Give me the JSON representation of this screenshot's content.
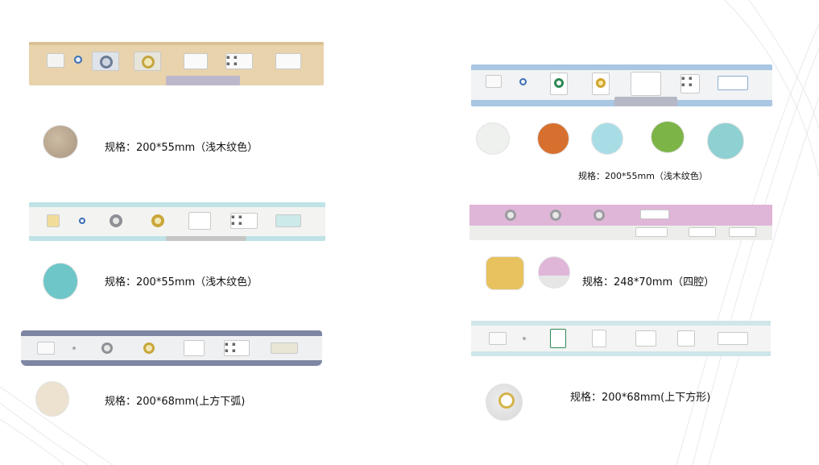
{
  "products": [
    {
      "spec": "规格：200*55mm（浅木纹色）"
    },
    {
      "spec": "规格：200*55mm（浅木纹色）"
    },
    {
      "spec": "规格：200*68mm(上方下弧)"
    },
    {
      "spec": "规格：200*55mm（浅木纹色）"
    },
    {
      "spec": "规格：248*70mm（四腔）"
    },
    {
      "spec": "规格：200*68mm(上下方形)"
    }
  ],
  "colors": {
    "wood": "#e8d3ad",
    "aqua": "#bfe3e6",
    "slate": "#7e86a3",
    "sky": "#a9c6e3",
    "pink": "#dfb6d8",
    "teal": "#8fd0d2"
  }
}
